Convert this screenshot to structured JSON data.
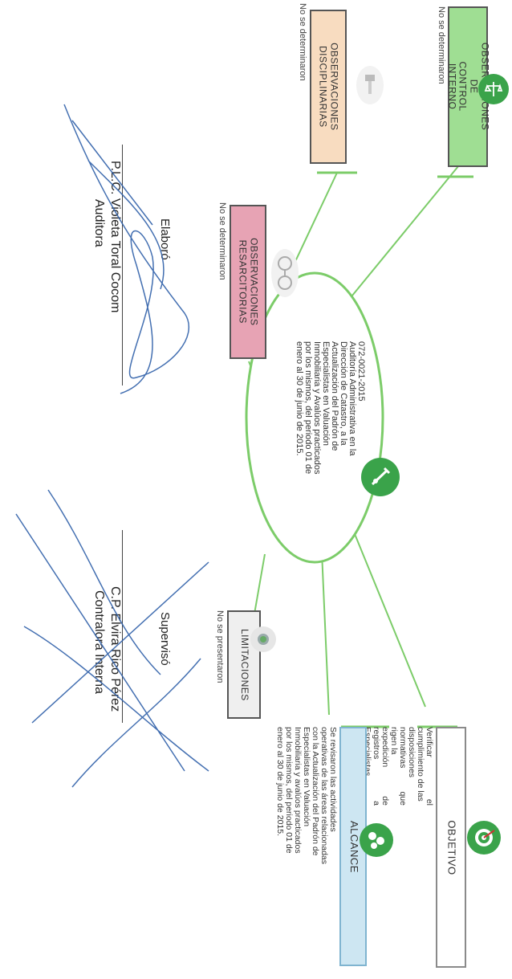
{
  "center": {
    "text": "072-0021-2015\nAuditoría Administrativa en la\nDirección de Catastro, a la\nActualización del Padrón de\nEspecialistas en Valuación\nInmobiliaria y Avalúos practicados\npor los mismos, del periodo 01 de\nenero al 30 de junio de 2015."
  },
  "nodes": {
    "control_interno": {
      "title": "OBSERVACIONES DE\nCONTROL INTERNO",
      "note": "No se determinaron"
    },
    "disciplinarias": {
      "title": "OBSERVACIONES\nDISCIPLINARIAS",
      "note": "No se determinaron"
    },
    "resarcitorias": {
      "title": "OBSERVACIONES\nRESARCITORIAS",
      "note": "No se determinaron"
    },
    "limitaciones": {
      "title": "LIMITACIONES",
      "note": "No se presentaron"
    },
    "objetivo": {
      "title": "OBJETIVO",
      "text": "Verificar el cumplimiento de las\ndisposiciones normativas que rigen la\nexpedición de registros a Especialistas\nen Valuación Inmobiliaria"
    },
    "alcance": {
      "title": "ALCANCE",
      "text": "Se revisaron las actividades\noperativas de las áreas relacionadas\ncon la Actualización del Padrón de\nEspecialistas en Valuación\nInmobiliaria y avalúos practicados\npor los mismos, del periodo 01 de\nenero al 30 de junio de 2015."
    }
  },
  "signatures": {
    "elaboro": {
      "label": "Elaboró",
      "name": "P.L.C. Violeta Toral Cocom",
      "role": "Auditora"
    },
    "superviso": {
      "label": "Supervisó",
      "name": "C.P. Elvira Rico Pérez",
      "role": "Contralora Interna"
    }
  },
  "colors": {
    "control_interno": "#9fde93",
    "disciplinarias": "#f8dcc0",
    "resarcitorias": "#e7a3b4",
    "limitaciones": "#efefef",
    "alcance": "#cde6f2",
    "green_line": "#7ccc69",
    "icon_green": "#3aa34a",
    "signature_ink": "#2f5fa8"
  },
  "icons": [
    "scales-icon",
    "gavel-icon",
    "handcuffs-icon",
    "magnifier-icon",
    "compass-icon",
    "target-icon",
    "gears-icon"
  ]
}
